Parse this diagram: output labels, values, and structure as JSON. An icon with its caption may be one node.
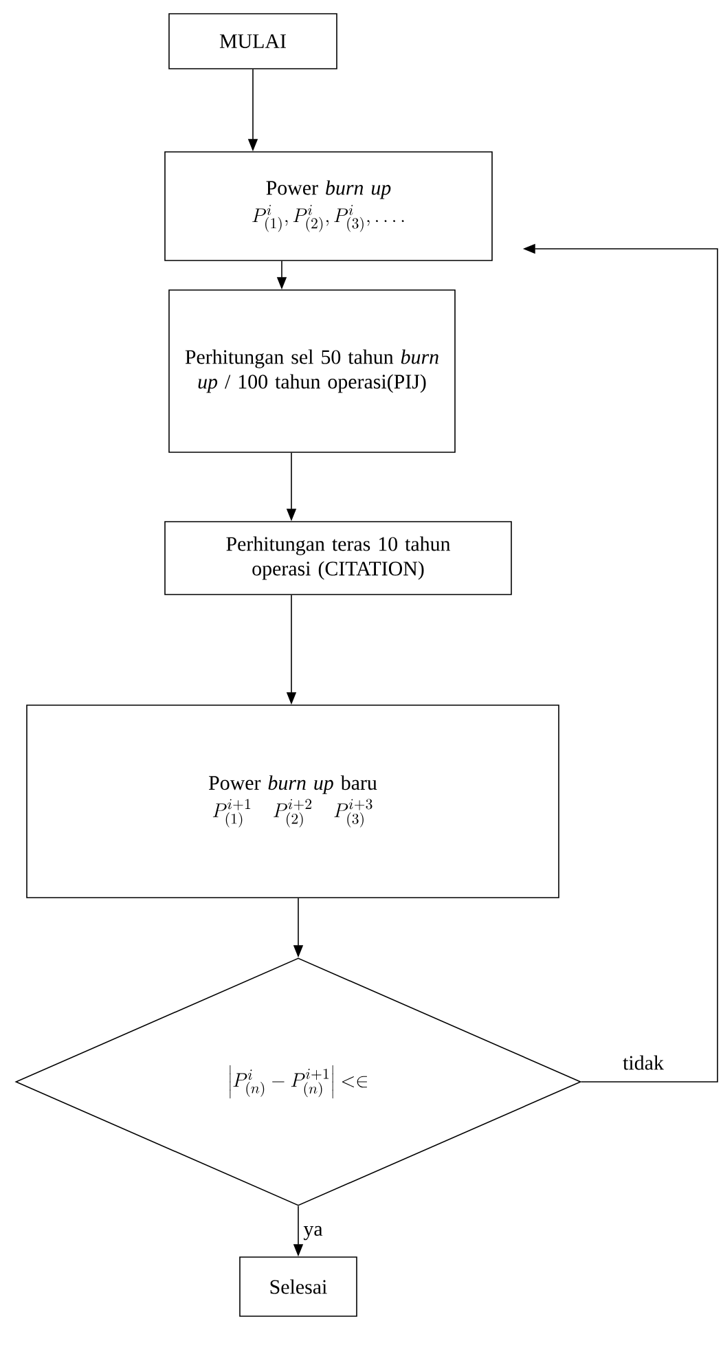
{
  "diagram": {
    "nodes": [
      {
        "text": [
          "MULAI"
        ]
      },
      {
        "text": [
          "Power *burn up*",
          "P^{i}_{(1)},P^{i}_{(2)},P^{i}_{(3)},\\ldots."
        ]
      },
      {
        "text": [
          "Perhitungan sel 50 tahun *burn up* / 100 tahun operasi(PIJ)"
        ]
      },
      {
        "text": [
          "Perhitungan teras 10 tahun operasi (CITATION)"
        ]
      },
      {
        "text": [
          "Power *burn up* baru",
          "P^{i+1}_{(1)}\\quad P^{i+2}_{(2)}\\quad P^{i+3}_{(3)}"
        ]
      },
      {
        "text": [
          "\\left|P^{i}_{(n)}-P^{i+1}_{(n)}\\right|<\\in"
        ]
      },
      {
        "text": [
          "Selesai"
        ]
      }
    ],
    "edges": [
      {
        "from": 0,
        "to": 1,
        "arrow": "to"
      },
      {
        "from": 1,
        "to": 2,
        "arrow": "to"
      },
      {
        "from": 2,
        "to": 3,
        "arrow": "to"
      },
      {
        "from": 3,
        "to": 4,
        "arrow": "to"
      },
      {
        "from": 4,
        "to": 5,
        "arrow": "to"
      },
      {
        "from": 5,
        "to": 6,
        "label": "ya",
        "arrow": "to"
      },
      {
        "from": 5,
        "to": 1,
        "label": "tidak",
        "arrow": "to"
      }
    ]
  }
}
